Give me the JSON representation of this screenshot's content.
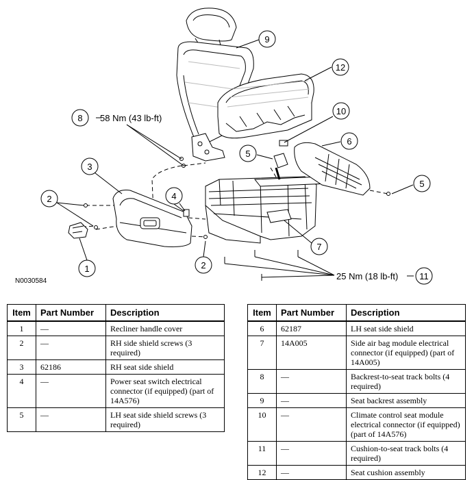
{
  "figure_id": "N0030584",
  "callouts": {
    "c1": "1",
    "c2a": "2",
    "c2b": "2",
    "c3": "3",
    "c4": "4",
    "c5a": "5",
    "c5b": "5",
    "c6": "6",
    "c7": "7",
    "c8": "8",
    "c9": "9",
    "c10": "10",
    "c11": "11",
    "c12": "12"
  },
  "torque": {
    "t8": "58 Nm (43 lb-ft)",
    "t11": "25 Nm (18 lb-ft)"
  },
  "table_headers": {
    "item": "Item",
    "part_number": "Part Number",
    "description": "Description"
  },
  "rows_left": [
    {
      "item": "1",
      "part": "—",
      "desc": "Recliner handle cover"
    },
    {
      "item": "2",
      "part": "—",
      "desc": "RH side shield screws (3 required)"
    },
    {
      "item": "3",
      "part": "62186",
      "desc": "RH seat side shield"
    },
    {
      "item": "4",
      "part": "—",
      "desc": "Power seat switch electrical connector (if equipped) (part of 14A576)"
    },
    {
      "item": "5",
      "part": "—",
      "desc": "LH seat side shield screws (3 required)"
    }
  ],
  "rows_right": [
    {
      "item": "6",
      "part": "62187",
      "desc": "LH seat side shield"
    },
    {
      "item": "7",
      "part": "14A005",
      "desc": "Side air bag module electrical connector (if equipped) (part of 14A005)"
    },
    {
      "item": "8",
      "part": "—",
      "desc": "Backrest-to-seat track bolts (4 required)"
    },
    {
      "item": "9",
      "part": "—",
      "desc": "Seat backrest assembly"
    },
    {
      "item": "10",
      "part": "—",
      "desc": "Climate control seat module electrical connector (if equipped) (part of 14A576)"
    },
    {
      "item": "11",
      "part": "—",
      "desc": "Cushion-to-seat track bolts (4 required)"
    },
    {
      "item": "12",
      "part": "—",
      "desc": "Seat cushion assembly"
    }
  ]
}
